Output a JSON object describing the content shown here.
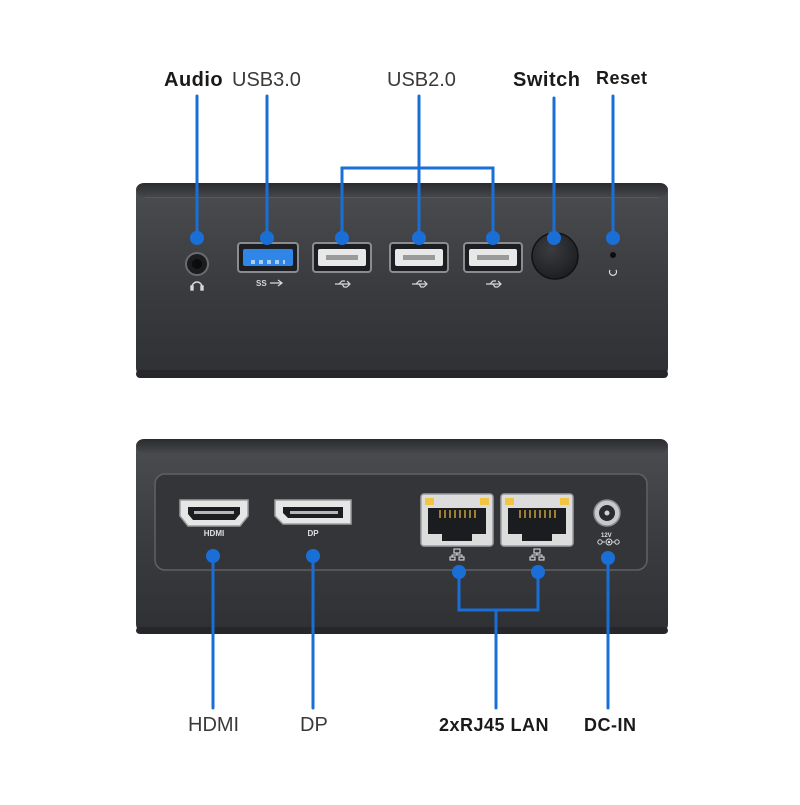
{
  "top_labels": {
    "audio": "Audio",
    "usb3": "USB3.0",
    "usb2": "USB2.0",
    "switch": "Switch",
    "reset": "Reset"
  },
  "bottom_labels": {
    "hdmi": "HDMI",
    "dp": "DP",
    "lan": "2xRJ45 LAN",
    "dcin": "DC-IN"
  },
  "port_marks": {
    "hdmi": "HDMI",
    "dp": "DP",
    "dc_voltage": "12V",
    "usb3_logo": "SS"
  },
  "colors": {
    "callout_blue": "#1a6fd6",
    "device_body": "#3b3d40",
    "usb3_port": "#2f86e6"
  }
}
